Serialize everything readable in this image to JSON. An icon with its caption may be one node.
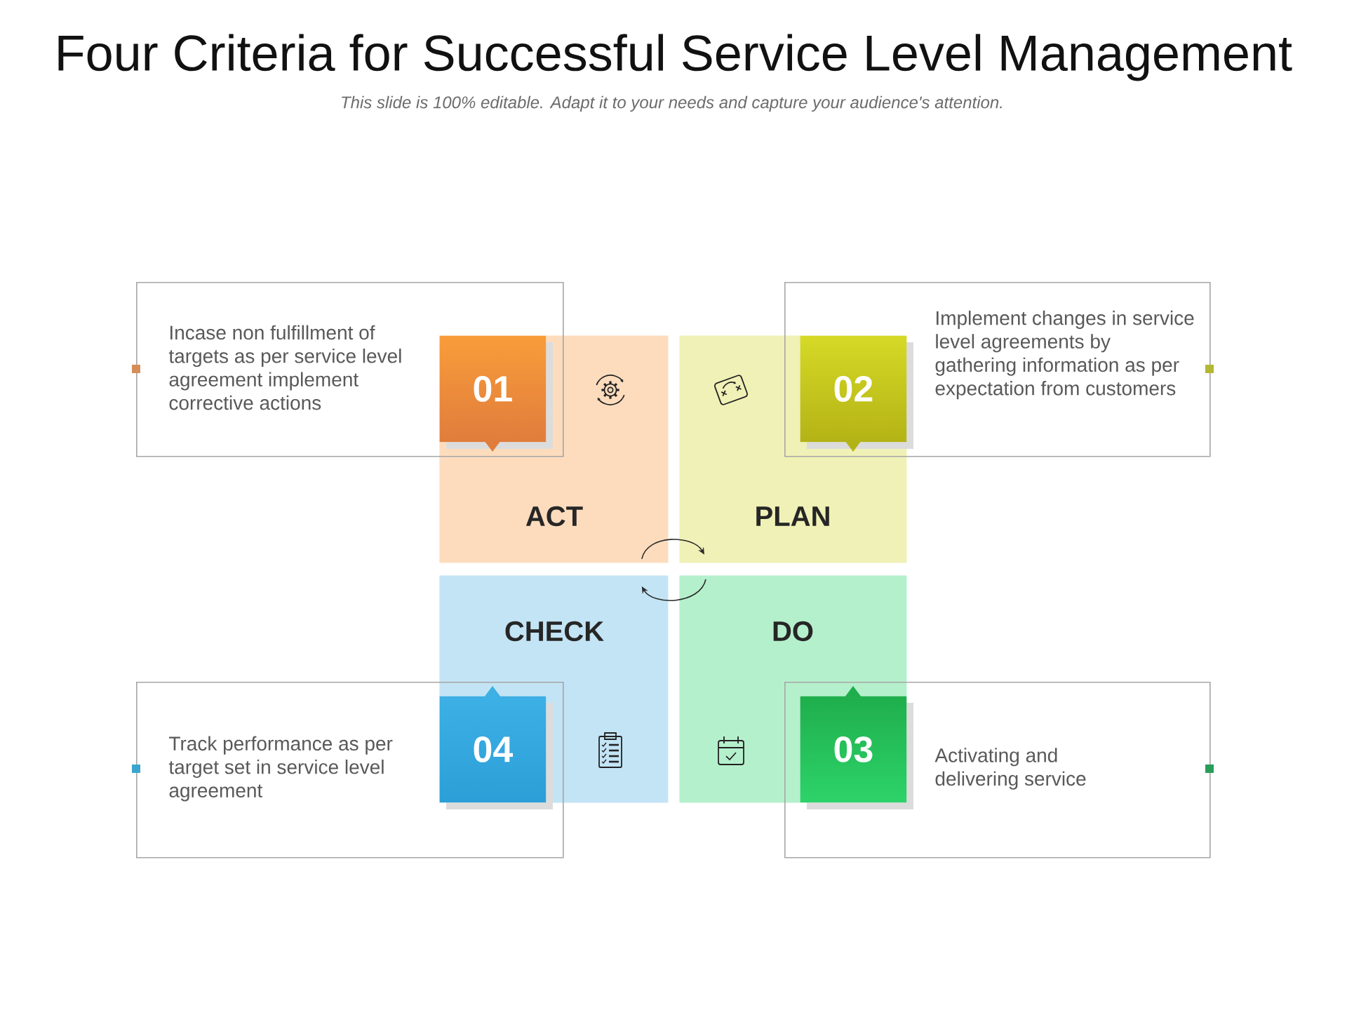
{
  "diagram": {
    "title": "Four Criteria for Successful Service Level Management",
    "nodes": [
      {
        "text": [
          "Incase non fulfillment of targets as per service level agreement implement corrective actions"
        ]
      },
      {
        "text": [
          "01"
        ]
      },
      {
        "text": [
          "ACT"
        ]
      },
      {
        "text": [
          "PLAN"
        ]
      },
      {
        "text": [
          "02"
        ]
      },
      {
        "text": [
          "Implement changes in service level agreements by gathering information as per expectation from customers"
        ]
      },
      {
        "text": [
          "CHECK"
        ]
      },
      {
        "text": [
          "DO"
        ]
      },
      {
        "text": [
          "Track performance as per target set in service level agreement"
        ]
      },
      {
        "text": [
          "04"
        ]
      },
      {
        "text": [
          "03"
        ]
      },
      {
        "text": [
          "Activating and delivering service"
        ]
      }
    ],
    "edges": [
      {
        "from": 2,
        "to": 3,
        "arrow": "to"
      },
      {
        "from": 7,
        "to": 6,
        "arrow": "to"
      }
    ],
    "labels": [
      "This slide is 100% editable. Adapt it to your needs and capture your audience's attention."
    ]
  }
}
